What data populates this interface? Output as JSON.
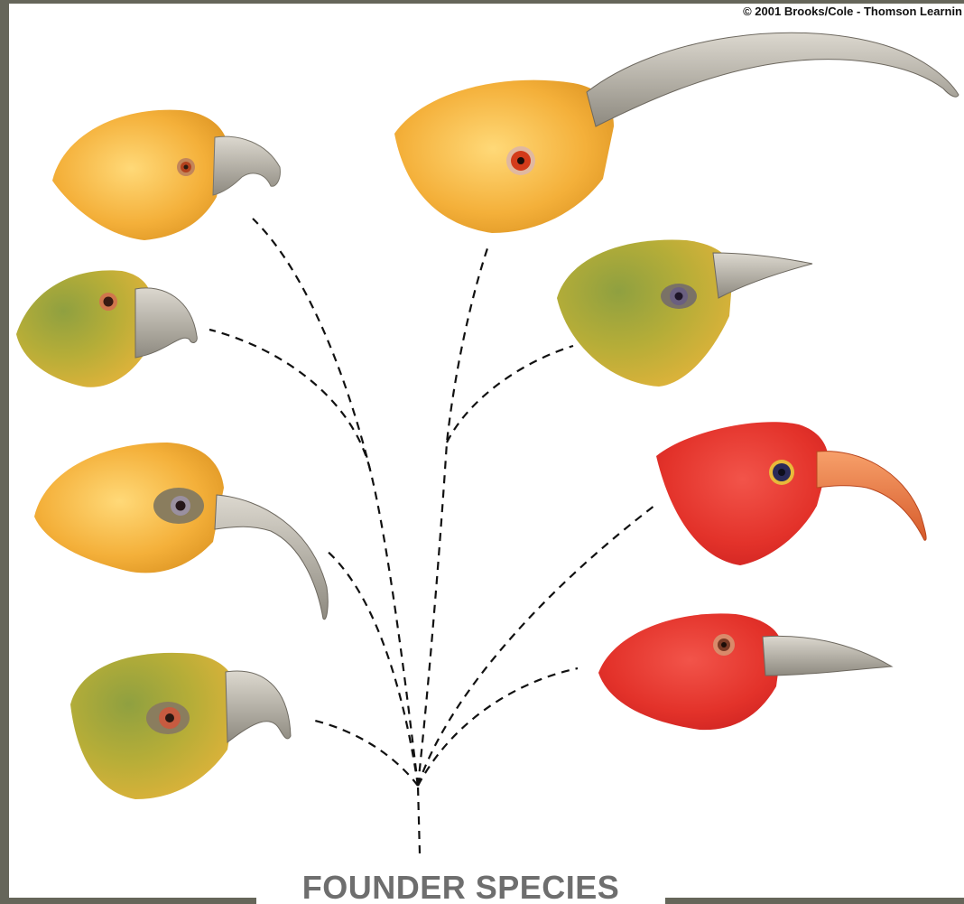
{
  "copyright": "© 2001 Brooks/Cole - Thomson Learnin",
  "label": "FOUNDER SPECIES",
  "colors": {
    "frame": "#66665a",
    "yellow_plumage": "#f3b23c",
    "green_plumage": "#9fa73c",
    "red_plumage": "#e8332b",
    "beak": "#b9b4a8",
    "label_text": "#6e6e6e"
  },
  "birds": [
    {
      "id": "bird-1",
      "plumage": "yellow",
      "beak": "hooked-short",
      "side": "left"
    },
    {
      "id": "bird-2",
      "plumage": "green-yellow",
      "beak": "parrot-thick",
      "side": "left"
    },
    {
      "id": "bird-3",
      "plumage": "yellow",
      "beak": "long-decurved-sickle",
      "side": "left"
    },
    {
      "id": "bird-4",
      "plumage": "green-yellow",
      "beak": "hooked-heavy",
      "side": "left"
    },
    {
      "id": "bird-5",
      "plumage": "yellow",
      "beak": "very-long-sickle",
      "side": "right"
    },
    {
      "id": "bird-6",
      "plumage": "green-yellow",
      "beak": "straight-pointed",
      "side": "right"
    },
    {
      "id": "bird-7",
      "plumage": "red",
      "beak": "long-curved-orange",
      "side": "right"
    },
    {
      "id": "bird-8",
      "plumage": "red",
      "beak": "slender-straight",
      "side": "right"
    }
  ]
}
